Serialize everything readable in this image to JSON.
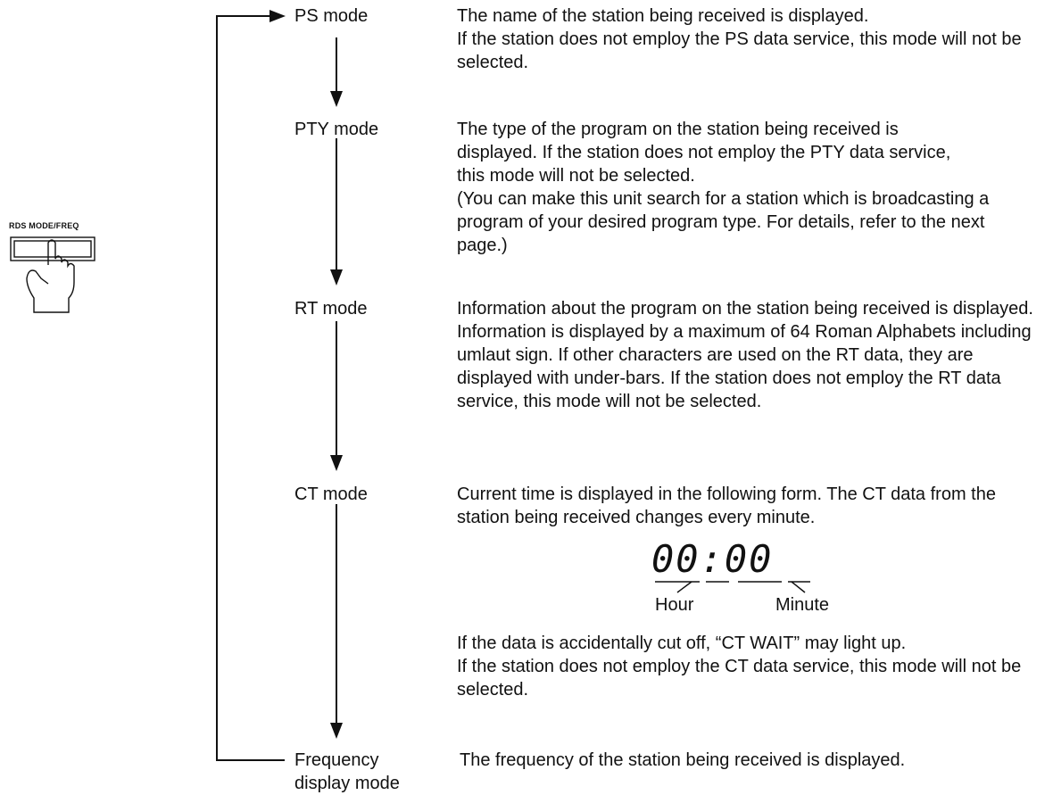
{
  "button": {
    "label": "RDS MODE/FREQ",
    "icon": "hand-pressing-button-icon"
  },
  "modes": [
    {
      "label": "PS mode",
      "paragraphs": [
        "The name of the station being received is displayed.",
        "If the station does not employ the PS data service, this mode will not be selected."
      ]
    },
    {
      "label": "PTY mode",
      "paragraphs": [
        "The type of the program on the station being received is displayed. If the station does not employ the PTY data service, this mode will not be selected.",
        "(You can make this unit search for a station which is broadcasting a program of your desired program type. For details, refer to the next page.)"
      ]
    },
    {
      "label": "RT mode",
      "paragraphs": [
        "Information about the program on the station being received is displayed.  Information is displayed by a maximum of 64 Roman Alphabets including umlaut sign.  If other characters are used on the RT data, they are displayed with under-bars. If the station does not employ the RT data service, this mode will not be selected."
      ]
    },
    {
      "label": "CT mode",
      "paragraphs": [
        "Current time is displayed in the following form.  The CT data from the station being received changes every minute."
      ],
      "after": [
        "If the data is accidentally cut off, “CT WAIT” may light up.",
        "If the station does not employ the CT data service, this mode will not be selected."
      ]
    },
    {
      "label_lines": [
        "Frequency",
        "display mode"
      ],
      "paragraphs": [
        "The frequency of the station being received is displayed."
      ]
    }
  ],
  "clock": {
    "digits": "00:00",
    "hour_label": "Hour",
    "minute_label": "Minute"
  }
}
